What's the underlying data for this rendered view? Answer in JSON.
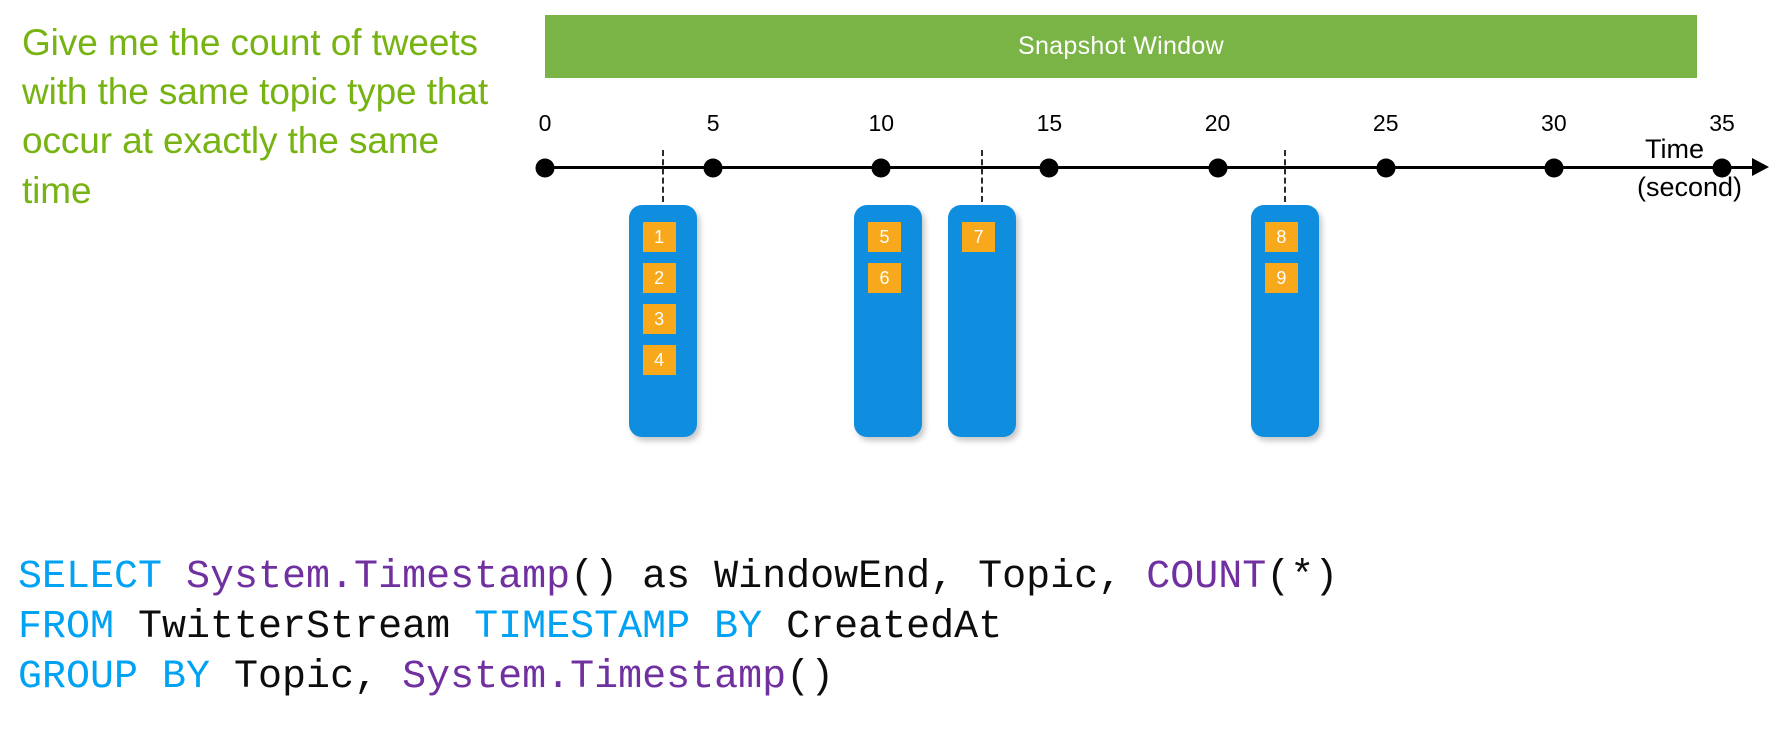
{
  "prompt": {
    "text": "Give me the count of tweets with the same topic type that occur at exactly the same time",
    "color": "#77b312"
  },
  "banner": {
    "label": "Snapshot Window",
    "background": "#7ab446",
    "text_color": "#ffffff"
  },
  "chart_data": {
    "type": "timeline",
    "title": "Snapshot Window",
    "xlabel": "Time",
    "xunit": "(second)",
    "xlim": [
      0,
      36
    ],
    "tick_values": [
      0,
      5,
      10,
      15,
      20,
      25,
      30,
      35
    ],
    "tick_labels": [
      "0",
      "5",
      "10",
      "15",
      "20",
      "25",
      "30",
      "35"
    ],
    "grid": false,
    "legend": "none",
    "dashed_markers": [
      3.5,
      13.0,
      22.0
    ],
    "event_groups": [
      {
        "time": 3.5,
        "events": [
          "1",
          "2",
          "3",
          "4"
        ]
      },
      {
        "time": 10.2,
        "events": [
          "5",
          "6"
        ]
      },
      {
        "time": 13.0,
        "events": [
          "7"
        ]
      },
      {
        "time": 22.0,
        "events": [
          "8",
          "9"
        ]
      }
    ],
    "colors": {
      "group_fill": "#0f8ee0",
      "event_fill": "#f7a81b",
      "event_text": "#ffffff",
      "axis": "#000000"
    }
  },
  "sql": {
    "lines": [
      [
        {
          "t": "SELECT ",
          "c": "kw"
        },
        {
          "t": "System.Timestamp",
          "c": "fn"
        },
        {
          "t": "() as WindowEnd, Topic, ",
          "c": "id"
        },
        {
          "t": "COUNT",
          "c": "fn"
        },
        {
          "t": "(*)",
          "c": "id"
        }
      ],
      [
        {
          "t": "FROM ",
          "c": "kw"
        },
        {
          "t": "TwitterStream ",
          "c": "id"
        },
        {
          "t": "TIMESTAMP BY ",
          "c": "kw"
        },
        {
          "t": "CreatedAt",
          "c": "id"
        }
      ],
      [
        {
          "t": "GROUP BY ",
          "c": "kw"
        },
        {
          "t": "Topic, ",
          "c": "id"
        },
        {
          "t": "System.Timestamp",
          "c": "fn"
        },
        {
          "t": "()",
          "c": "id"
        }
      ]
    ],
    "colors": {
      "keyword": "#00a2f3",
      "function": "#7030a0",
      "identifier": "#0d0d0d"
    }
  }
}
